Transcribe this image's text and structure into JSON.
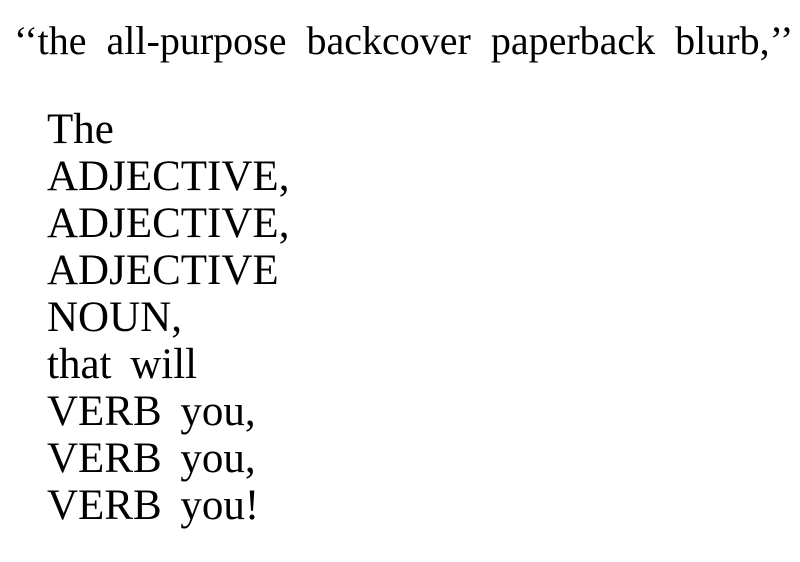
{
  "document": {
    "heading": "‘‘the all-purpose backcover paperback blurb,’’",
    "lines": [
      "The",
      "ADJECTIVE,",
      "ADJECTIVE,",
      "ADJECTIVE",
      "NOUN,",
      "that will",
      "VERB you,",
      "VERB you,",
      "VERB you!"
    ],
    "colors": {
      "text": "#000000",
      "background": "#ffffff"
    }
  }
}
